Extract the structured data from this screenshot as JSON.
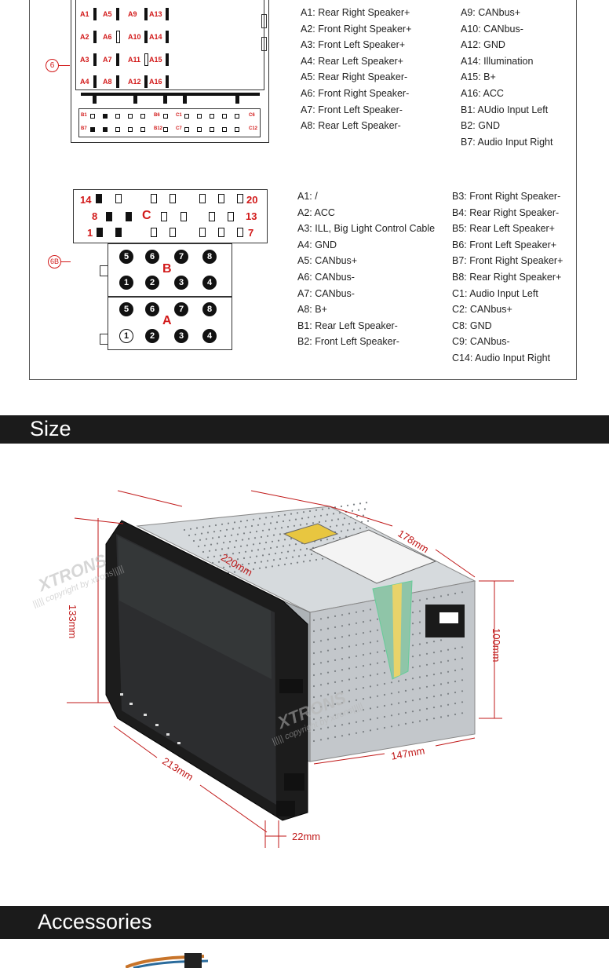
{
  "connector6": {
    "callout": "6",
    "pins_top": [
      {
        "labels": [
          "A1",
          "A5",
          "A9",
          "A13"
        ]
      },
      {
        "labels": [
          "A2",
          "A6",
          "A10",
          "A14"
        ]
      },
      {
        "labels": [
          "A3",
          "A7",
          "A11",
          "A15"
        ]
      },
      {
        "labels": [
          "A4",
          "A8",
          "A12",
          "A16"
        ]
      }
    ],
    "row_b_start": "B1",
    "row_b_mid": "B6",
    "row_c_start": "C1",
    "row_c_end": "C6",
    "row2_b_start": "B7",
    "row2_b_mid": "B12",
    "row2_c_start": "C7",
    "row2_c_end": "C12"
  },
  "legend6_left": [
    "A1: Rear Right Speaker+",
    "A2: Front Right Speaker+",
    "A3: Front Left Speaker+",
    "A4: Rear Left Speaker+",
    "A5: Rear Right Speaker-",
    "A6: Front Right Speaker-",
    "A7: Front Left Speaker-",
    "A8: Rear Left Speaker-"
  ],
  "legend6_right": [
    "A9: CANbus+",
    "A10: CANbus-",
    "A12: GND",
    "A14: Illumination",
    "A15: B+",
    "A16: ACC",
    "B1: AUdio Input Left",
    "B2: GND",
    "B7: Audio Input Right"
  ],
  "connector6b": {
    "callout": "6B",
    "c_nums": [
      "14",
      "20",
      "8",
      "13",
      "1",
      "7"
    ],
    "c_letter": "C",
    "b_letter": "B",
    "a_letter": "A",
    "b_top": [
      "5",
      "6",
      "7",
      "8"
    ],
    "b_bottom": [
      "1",
      "2",
      "3",
      "4"
    ],
    "a_top": [
      "5",
      "6",
      "7",
      "8"
    ],
    "a_bottom": [
      "1",
      "2",
      "3",
      "4"
    ]
  },
  "legend6b_left": [
    "A1: /",
    "A2: ACC",
    "A3: ILL, Big Light Control Cable",
    "A4: GND",
    "A5: CANbus+",
    "A6: CANbus-",
    "A7: CANbus-",
    "A8: B+",
    "B1: Rear Left Speaker-",
    "B2: Front Left Speaker-"
  ],
  "legend6b_right": [
    "B3: Front Right Speaker-",
    "B4: Rear Right Speaker-",
    "B5: Rear Left Speaker+",
    "B6: Front Left Speaker+",
    "B7: Front Right Speaker+",
    "B8: Rear Right Speaker+",
    "C1: Audio Input Left",
    "C2: CANbus+",
    "C8: GND",
    "C9: CANbus-",
    "C14: Audio Input Right"
  ],
  "size_section": {
    "title": "Size"
  },
  "dimensions": {
    "d178": "178mm",
    "d220": "220mm",
    "d133": "133mm",
    "d100": "100mm",
    "d147": "147mm",
    "d213": "213mm",
    "d22": "22mm"
  },
  "watermark": {
    "brand": "XTRONS",
    "copy": "||||| copyright by xtrons|||||"
  },
  "accessories_section": {
    "title": "Accessories"
  },
  "colors": {
    "accent": "#d21a1a",
    "bar": "#1b1b1b"
  }
}
